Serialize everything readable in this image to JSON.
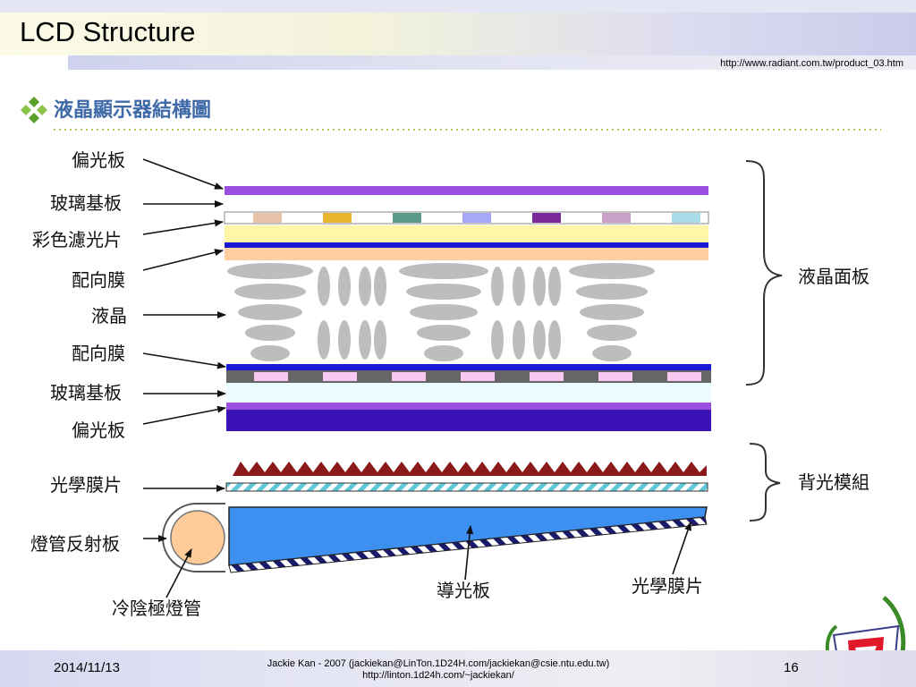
{
  "header": {
    "title": "LCD Structure",
    "source_url": "http://www.radiant.com.tw/product_03.htm"
  },
  "diagram": {
    "heading": "液晶顯示器結構圖",
    "labels": {
      "polarizer_top": "偏光板",
      "glass_top": "玻璃基板",
      "color_filter": "彩色濾光片",
      "alignment_top": "配向膜",
      "liquid_crystal": "液晶",
      "alignment_bottom": "配向膜",
      "glass_bottom": "玻璃基板",
      "polarizer_bottom": "偏光板",
      "optical_film": "光學膜片",
      "lamp_reflector": "燈管反射板",
      "ccfl": "冷陰極燈管",
      "light_guide": "導光板",
      "optical_film_right": "光學膜片"
    },
    "groups": {
      "lcd_panel": "液晶面板",
      "backlight_module": "背光模組"
    },
    "colors": {
      "polarizer": "#9b4fe0",
      "polarizer_bottom": "#3a12b8",
      "blue_line": "#1a1ad6",
      "color_filter_base": "#fff6a8",
      "peach": "#ffcfa2",
      "lc_ellipse": "#bdbdbd",
      "light_guide": "#3d8ff0",
      "prism": "#8a1a1a",
      "lamp": "#ffcc99",
      "filter_cells": [
        "#e8c2a8",
        "#e8b530",
        "#5a9a88",
        "#a8a8f8",
        "#7a2a9a",
        "#c8a0c8",
        "#a8dce8"
      ]
    }
  },
  "footer": {
    "date": "2014/11/13",
    "credit_line1": "Jackie Kan - 2007 (jackiekan@LinTon.1D24H.com/jackiekan@csie.ntu.edu.tw)",
    "credit_line2": "http://linton.1d24h.com/~jackiekan/",
    "page_number": "16"
  }
}
